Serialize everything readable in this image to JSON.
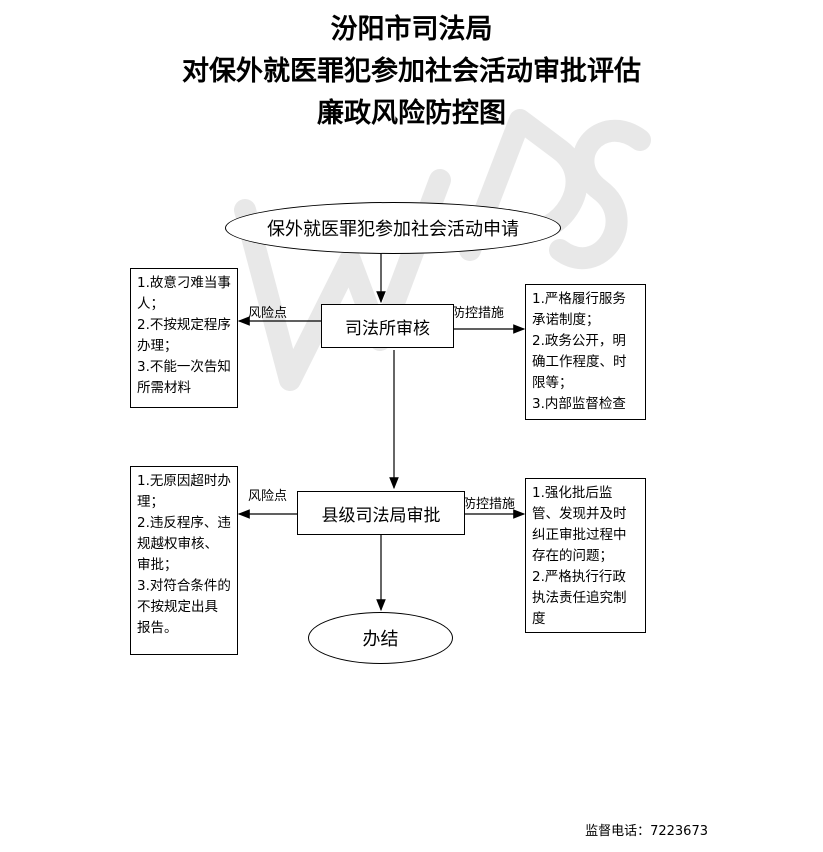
{
  "title": {
    "line1": "汾阳市司法局",
    "line2": "对保外就医罪犯参加社会活动审批评估",
    "line3": "廉政风险防控图"
  },
  "flow": {
    "start": "保外就医罪犯参加社会活动申请",
    "step1": "司法所审核",
    "step2": "县级司法局审批",
    "end": "办结"
  },
  "labels": {
    "risk_point": "风险点",
    "control_measure": "防控措施"
  },
  "risks": {
    "step1": "1.故意刁难当事人；\n2.不按规定程序办理；\n3.不能一次告知所需材料",
    "step2": "1.无原因超时办理；\n2.违反程序、违规越权审核、审批；\n3.对符合条件的不按规定出具报告。"
  },
  "measures": {
    "step1": "1.严格履行服务承诺制度；\n2.政务公开，明确工作程度、时限等；\n3.内部监督检查",
    "step2": "1.强化批后监管、发现并及时纠正审批过程中存在的问题；\n2.严格执行行政执法责任追究制度"
  },
  "footer": "监督电话：7223673",
  "watermark_text": "WPS"
}
